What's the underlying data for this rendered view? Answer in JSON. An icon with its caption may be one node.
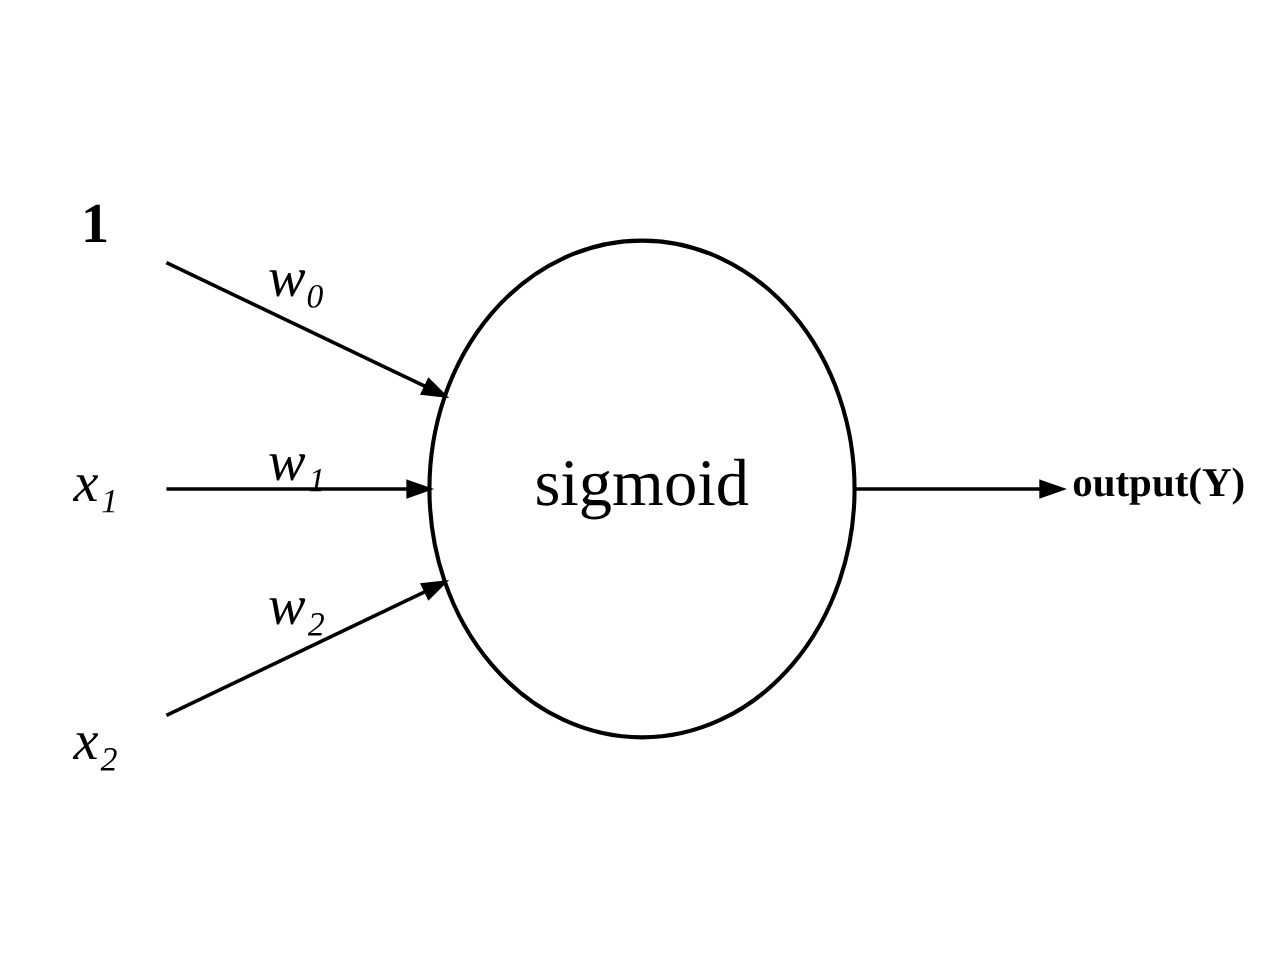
{
  "diagram": {
    "nodes": [
      {
        "text": [
          "1"
        ]
      },
      {
        "text": [
          "x₁"
        ]
      },
      {
        "text": [
          "x₂"
        ]
      },
      {
        "text": [
          "sigmoid"
        ]
      },
      {
        "text": [
          "output(Y)"
        ]
      }
    ],
    "edges": [
      {
        "from": 0,
        "to": 3,
        "arrow": "to",
        "label": "w₀"
      },
      {
        "from": 1,
        "to": 3,
        "arrow": "to",
        "label": "w₁"
      },
      {
        "from": 2,
        "to": 3,
        "arrow": "to",
        "label": "w₂"
      },
      {
        "from": 3,
        "to": 4,
        "arrow": "to"
      }
    ]
  }
}
